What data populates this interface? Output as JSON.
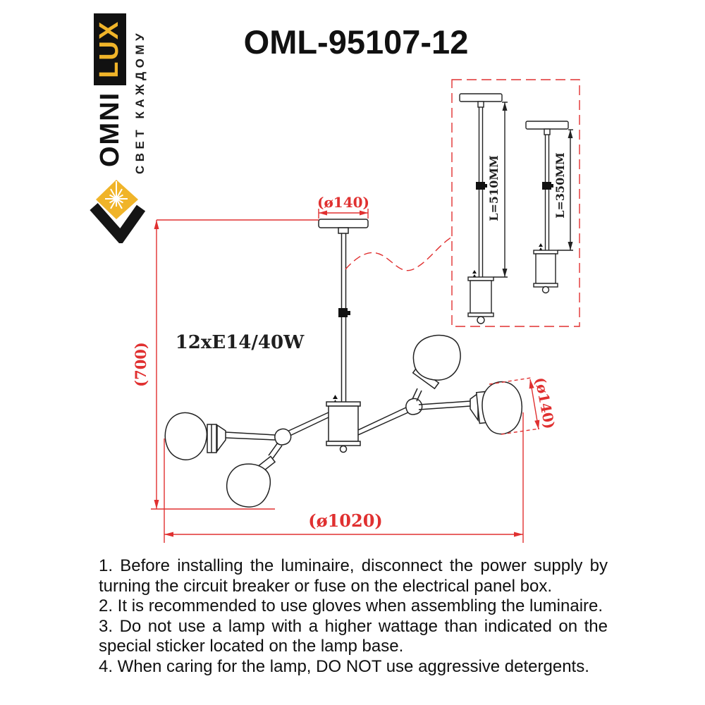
{
  "title": "OML-95107-12",
  "logo": {
    "brand_primary": "OMNI",
    "brand_secondary": "LUX",
    "tagline": "СВЕТ КАЖДОМУ"
  },
  "diagram": {
    "canopy_diameter_label": "(ø140)",
    "drop_height_label": "(700)",
    "bulb_spec_label": "12xE14/40W",
    "shade_diameter_label": "(ø140)",
    "overall_diameter_label": "(ø1020)",
    "inset": {
      "long_rod_label": "L=510MM",
      "short_rod_label": "L=350MM"
    }
  },
  "instructions": {
    "item1": "1. Before installing the luminaire, disconnect the power supply by turning the circuit breaker or fuse on the electrical panel box.",
    "item2": "2. It is recommended to use gloves when assembling the luminaire.",
    "item3": "3. Do not use a lamp with a higher wattage than indicated on the special sticker located on the lamp base.",
    "item4": "4. When caring for the lamp, DO NOT use aggressive detergents."
  },
  "colors": {
    "dimension_red": "#e03030",
    "brand_yellow": "#f0b429",
    "ink": "#1f1f1f"
  }
}
